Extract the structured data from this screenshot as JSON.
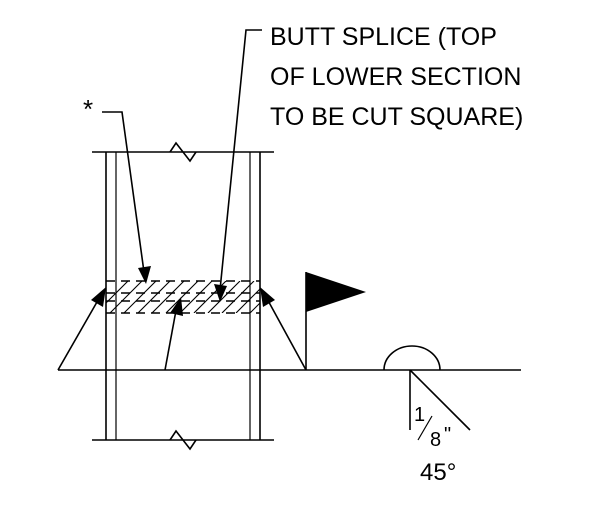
{
  "callout": {
    "line1": "BUTT SPLICE (TOP",
    "line2": "OF LOWER SECTION",
    "line3": "TO BE CUT SQUARE)"
  },
  "reference_mark": "*",
  "weld_symbol": {
    "size_numerator": "1",
    "size_denominator": "8",
    "size_unit": "\"",
    "angle": "45°"
  }
}
